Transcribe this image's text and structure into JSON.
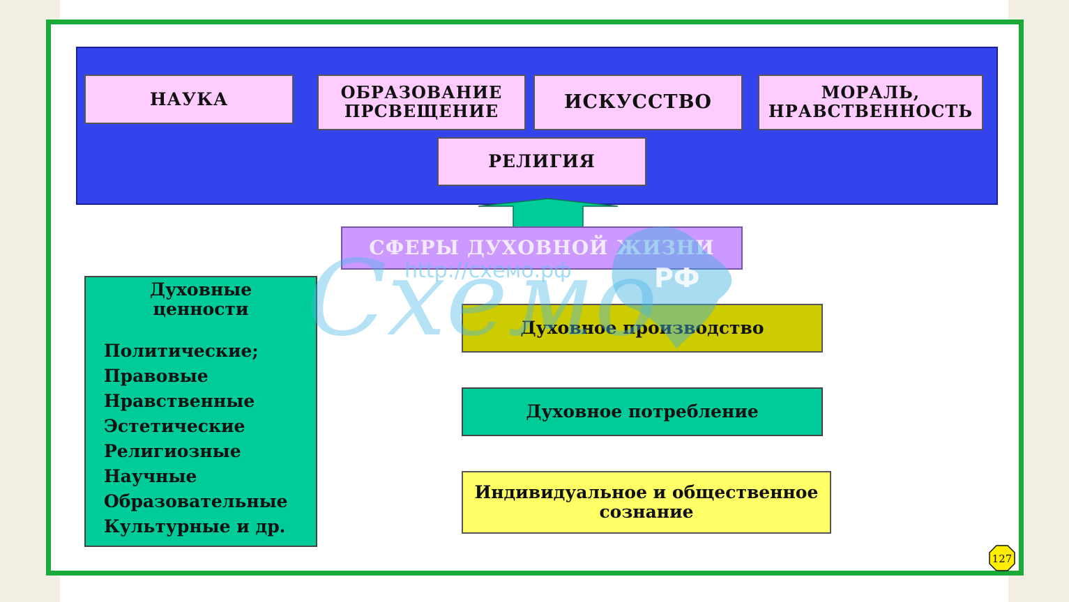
{
  "top_panel": {
    "boxes": [
      "НАУКА",
      "ОБРАЗОВАНИЕ\nПРСВЕЩЕНИЕ",
      "ИСКУССТВО",
      "МОРАЛЬ,\nНРАВСТВЕННОСТЬ",
      "РЕЛИГИЯ"
    ]
  },
  "center": {
    "title": "СФЕРЫ ДУХОВНОЙ ЖИЗНИ"
  },
  "values_box": {
    "heading": "Духовные\nценности",
    "items": [
      "Политические;",
      "Правовые",
      "Нравственные",
      "Эстетические",
      "Религиозные",
      "Научные",
      "Образовательные",
      "Культурные и др."
    ]
  },
  "right_boxes": {
    "production": "Духовное производство",
    "consumption": "Духовное потребление",
    "consciousness": "Индивидуальное и общественное\nсознание"
  },
  "watermark": {
    "url": "http://схемо.рф",
    "brand": "Схемо",
    "rf": "РФ"
  },
  "page_number": "127",
  "colors": {
    "frame": "#1aaa3a",
    "panel": "#3344ee",
    "pink": "#ffccff",
    "violet": "#cc99ff",
    "green": "#00cc99",
    "olive": "#cccc00",
    "yellow": "#ffff66"
  }
}
